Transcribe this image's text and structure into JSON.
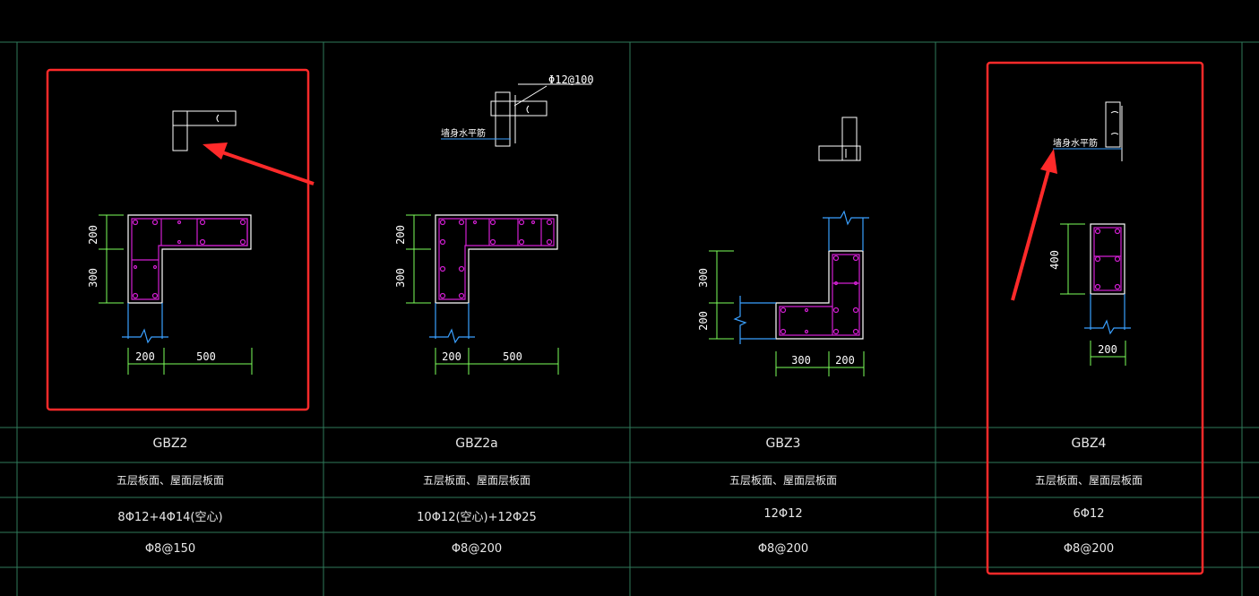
{
  "columns": [
    {
      "name": "GBZ2",
      "floors": "五层板面、屋面层板面",
      "longitudinal": "8Φ12+4Φ14(空心)",
      "stirrup": "Φ8@150",
      "dims": [
        "200",
        "300",
        "200",
        "500"
      ]
    },
    {
      "name": "GBZ2a",
      "floors": "五层板面、屋面层板面",
      "longitudinal": "10Φ12(空心)+12Φ25",
      "stirrup": "Φ8@200",
      "dims": [
        "200",
        "300",
        "200",
        "500"
      ],
      "detail_label": "Φ12@100",
      "wall_label": "墙身水平筋"
    },
    {
      "name": "GBZ3",
      "floors": "五层板面、屋面层板面",
      "longitudinal": "12Φ12",
      "stirrup": "Φ8@200",
      "dims": [
        "300",
        "200",
        "300",
        "200"
      ]
    },
    {
      "name": "GBZ4",
      "floors": "五层板面、屋面层板面",
      "longitudinal": "6Φ12",
      "stirrup": "Φ8@200",
      "dims": [
        "400",
        "200"
      ],
      "wall_label": "墙身水平筋"
    }
  ],
  "colors": {
    "grid": "#2f7a5a",
    "outline": "#ffffff",
    "rebar": "#d21fd2",
    "dimension": "#7dff5a",
    "highlight": "#ff2a2a",
    "break_line": "#3aa0ff"
  }
}
